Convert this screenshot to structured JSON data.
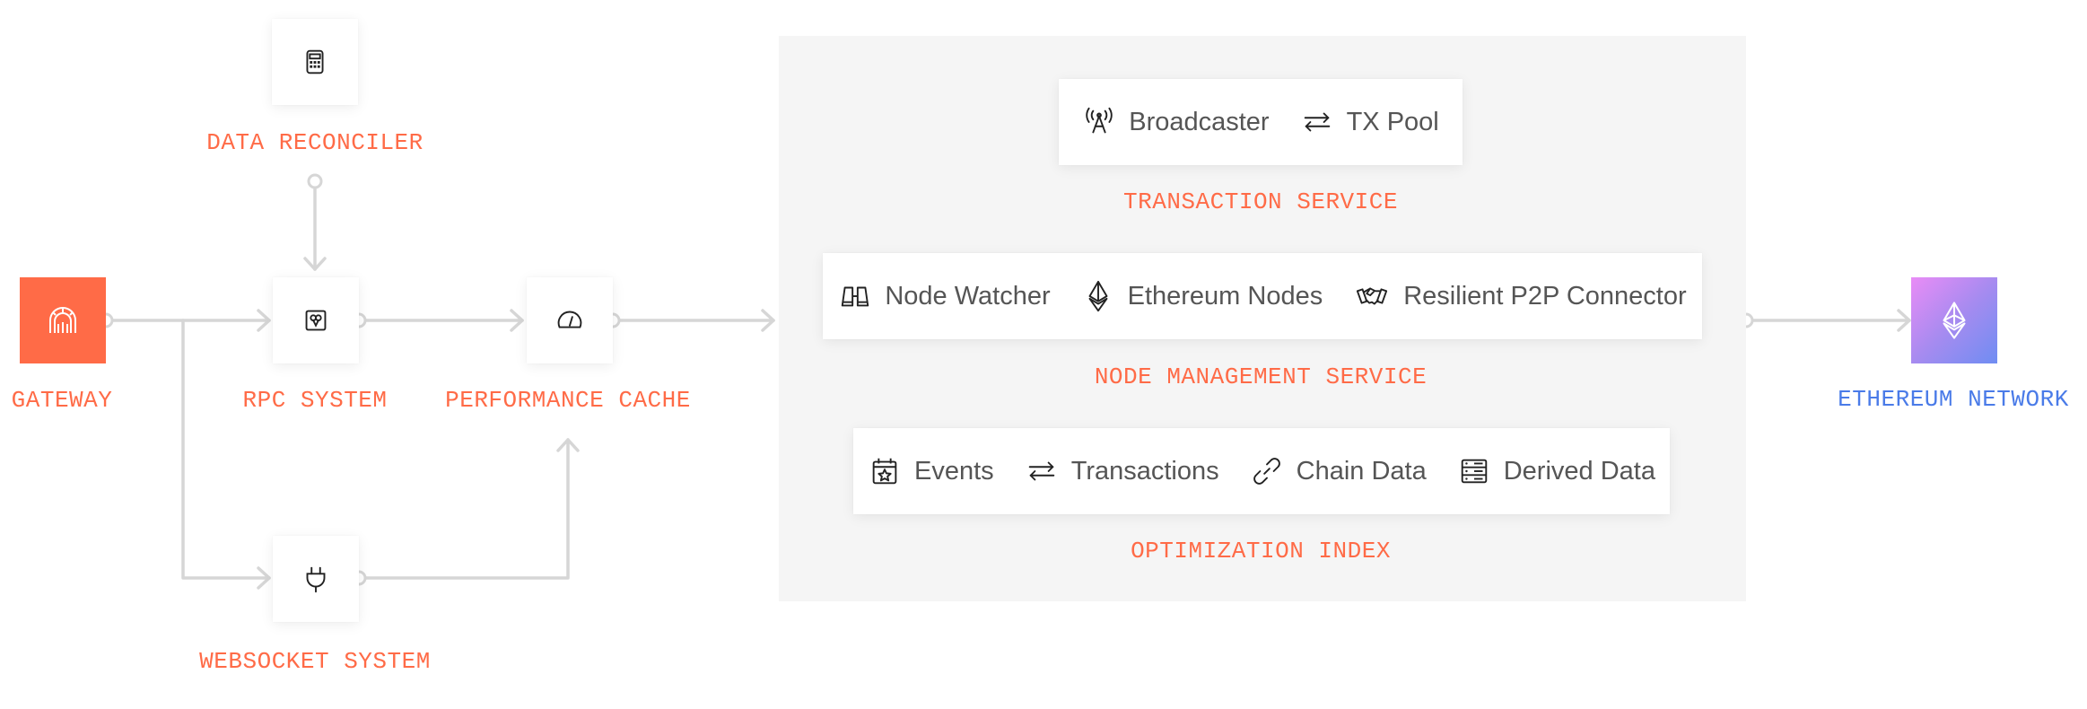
{
  "nodes": {
    "gateway": {
      "label": "GATEWAY",
      "icon": "gateway-arch-icon"
    },
    "data_reconciler": {
      "label": "DATA RECONCILER",
      "icon": "calculator-icon"
    },
    "rpc_system": {
      "label": "RPC SYSTEM",
      "icon": "rpc-chip-icon"
    },
    "performance_cache": {
      "label": "PERFORMANCE CACHE",
      "icon": "speedometer-icon"
    },
    "websocket_system": {
      "label": "WEBSOCKET SYSTEM",
      "icon": "plug-icon"
    },
    "ethereum_network": {
      "label": "ETHEREUM NETWORK",
      "icon": "ethereum-icon"
    }
  },
  "services": {
    "transaction": {
      "label": "TRANSACTION SERVICE",
      "items": [
        {
          "label": "Broadcaster",
          "icon": "antenna-icon"
        },
        {
          "label": "TX Pool",
          "icon": "swap-arrows-icon"
        }
      ]
    },
    "node_management": {
      "label": "NODE MANAGEMENT SERVICE",
      "items": [
        {
          "label": "Node Watcher",
          "icon": "binoculars-icon"
        },
        {
          "label": "Ethereum Nodes",
          "icon": "ethereum-icon"
        },
        {
          "label": "Resilient P2P Connector",
          "icon": "handshake-icon"
        }
      ]
    },
    "optimization": {
      "label": "OPTIMIZATION INDEX",
      "items": [
        {
          "label": "Events",
          "icon": "calendar-star-icon"
        },
        {
          "label": "Transactions",
          "icon": "swap-arrows-icon"
        },
        {
          "label": "Chain Data",
          "icon": "link-icon"
        },
        {
          "label": "Derived Data",
          "icon": "server-icon"
        }
      ]
    }
  },
  "colors": {
    "accent": "#FF6B47",
    "network_label": "#4A7BE8",
    "connector": "#D6D6D6",
    "panel": "#F5F5F5",
    "item_text": "#555555"
  }
}
